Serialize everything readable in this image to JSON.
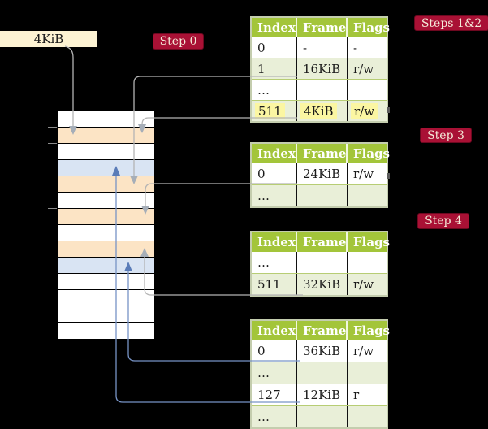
{
  "page_size_label": "4KiB",
  "badges": {
    "step0": "Step 0",
    "steps12": "Steps 1&2",
    "step3": "Step 3",
    "step4": "Step 4"
  },
  "memory": {
    "description": "physical memory column of 4KiB frames",
    "rows": [
      "white",
      "orange",
      "white",
      "blue",
      "orange",
      "white",
      "orange",
      "white",
      "orange",
      "blue",
      "white",
      "white",
      "white",
      "white"
    ],
    "tick_rows": [
      0,
      1,
      2,
      4,
      6,
      8
    ]
  },
  "tables": [
    {
      "name": "page-table-steps-1-2",
      "headers": [
        "Index",
        "Frame",
        "Flags"
      ],
      "rows": [
        {
          "cells": [
            "0",
            "-",
            "-"
          ]
        },
        {
          "cells": [
            "1",
            "16KiB",
            "r/w"
          ]
        },
        {
          "cells": [
            "…",
            "",
            ""
          ]
        },
        {
          "cells": [
            "511",
            "4KiB",
            "r/w"
          ]
        }
      ],
      "highlighted_row": 3
    },
    {
      "name": "page-table-step-3",
      "headers": [
        "Index",
        "Frame",
        "Flags"
      ],
      "rows": [
        {
          "cells": [
            "0",
            "24KiB",
            "r/w"
          ]
        },
        {
          "cells": [
            "…",
            "",
            ""
          ]
        }
      ]
    },
    {
      "name": "page-table-step-4",
      "headers": [
        "Index",
        "Frame",
        "Flags"
      ],
      "rows": [
        {
          "cells": [
            "…",
            "",
            ""
          ]
        },
        {
          "cells": [
            "511",
            "32KiB",
            "r/w"
          ]
        }
      ]
    },
    {
      "name": "page-table-final-level",
      "headers": [
        "Index",
        "Frame",
        "Flags"
      ],
      "rows": [
        {
          "cells": [
            "0",
            "36KiB",
            "r/w"
          ]
        },
        {
          "cells": [
            "…",
            "",
            ""
          ]
        },
        {
          "cells": [
            "127",
            "12KiB",
            "r"
          ]
        },
        {
          "cells": [
            "…",
            "",
            ""
          ]
        }
      ]
    }
  ],
  "colors": {
    "canvas-bg": "#000000",
    "badge-bg": "#a91135",
    "badge-text": "#f4ead8",
    "th-bg": "#a3c53a",
    "row-alt": "#e9efd8",
    "hl": "#fbf6a2",
    "mem-orange": "#fce4c5",
    "mem-blue": "#d9e4f3",
    "label-bg": "#fdf3d3",
    "line-gray": "#b4b4b4",
    "line-blue": "#7793c5",
    "arrow-gray": "#a6aeb8",
    "arrow-blue": "#5a7cb8"
  }
}
